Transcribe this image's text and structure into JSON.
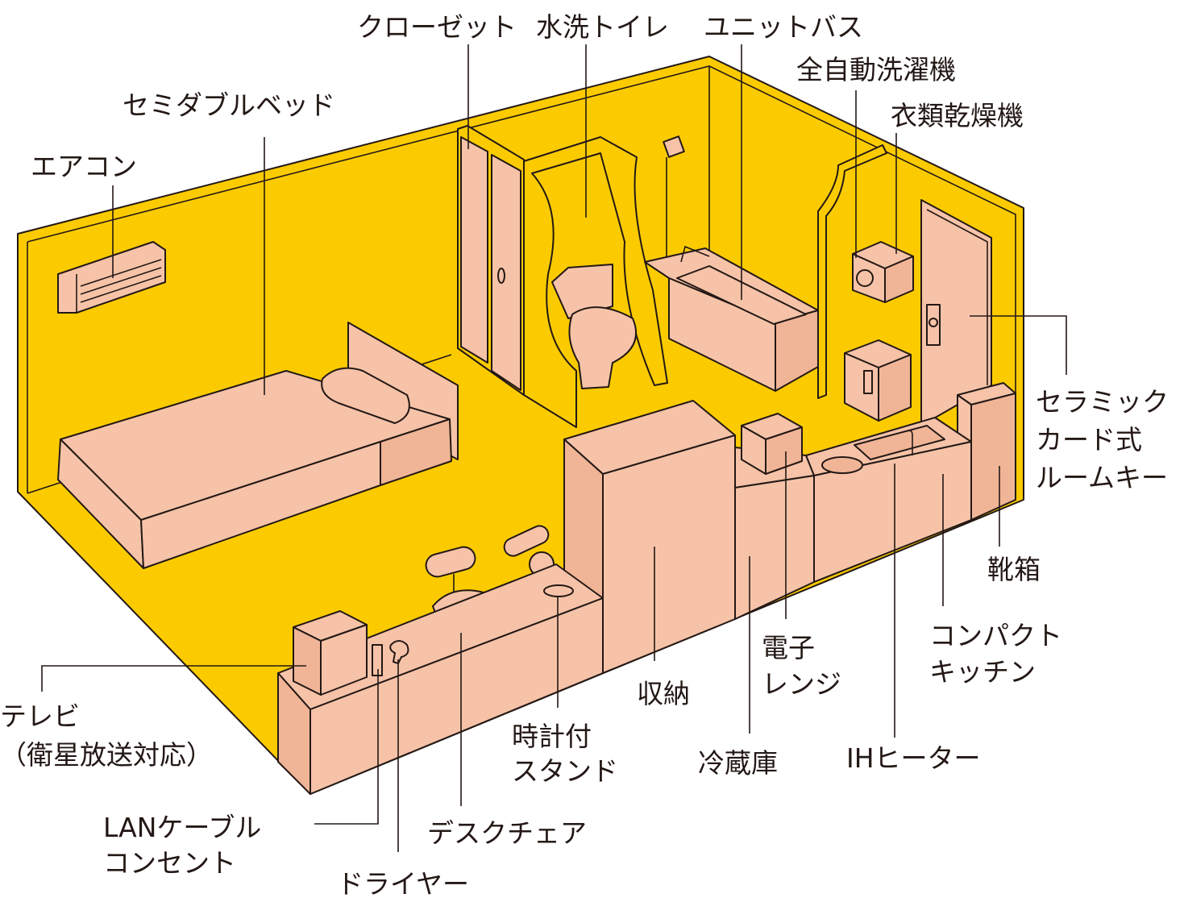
{
  "title": "客室設備図",
  "colors": {
    "wall": "#FBCB00",
    "furniture": "#F6C3A8",
    "line": "#231815"
  },
  "labels": {
    "closet": "クローゼット",
    "toilet": "水洗トイレ",
    "unit_bath": "ユニットバス",
    "washer": "全自動洗濯機",
    "dryer": "衣類乾燥機",
    "bed": "セミダブルベッド",
    "aircon": "エアコン",
    "card_key": [
      "セラミック",
      "カード式",
      "ルームキー"
    ],
    "shoe_box": "靴箱",
    "kitchen": [
      "コンパクト",
      "キッチン"
    ],
    "microwave": [
      "電子",
      "レンジ"
    ],
    "storage": "収納",
    "clock_stand": [
      "時計付",
      "スタンド"
    ],
    "fridge": "冷蔵庫",
    "ih_heater": "IHヒーター",
    "tv": [
      "テレビ",
      "（衛星放送対応）"
    ],
    "lan": [
      "LANケーブル",
      "コンセント"
    ],
    "desk_chair": "デスクチェア",
    "hair_dryer": "ドライヤー"
  }
}
